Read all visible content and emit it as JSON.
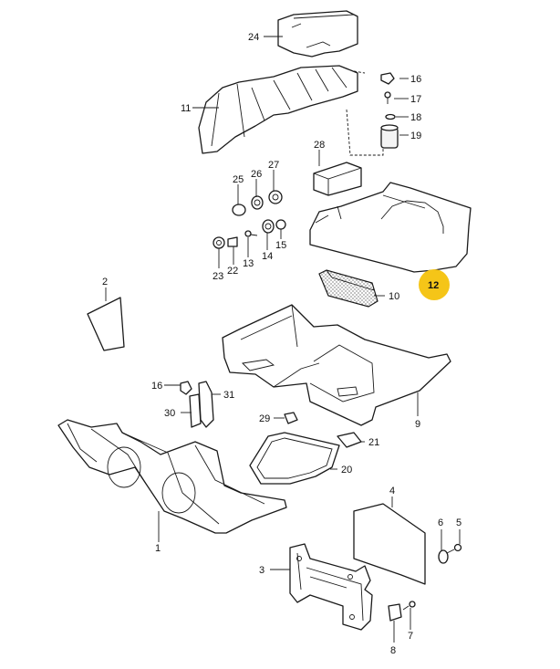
{
  "highlight_color": "#f5c518",
  "highlighted_callout": "12",
  "callouts": {
    "c1": "1",
    "c2": "2",
    "c3": "3",
    "c4": "4",
    "c5": "5",
    "c6": "6",
    "c7": "7",
    "c8": "8",
    "c9": "9",
    "c10": "10",
    "c11": "11",
    "c12": "12",
    "c13": "13",
    "c14": "14",
    "c15": "15",
    "c16a": "16",
    "c16b": "16",
    "c17": "17",
    "c18": "18",
    "c19": "19",
    "c20": "20",
    "c21": "21",
    "c22": "22",
    "c23": "23",
    "c24": "24",
    "c25": "25",
    "c26": "26",
    "c27": "27",
    "c28": "28",
    "c29": "29",
    "c30": "30",
    "c31": "31"
  }
}
